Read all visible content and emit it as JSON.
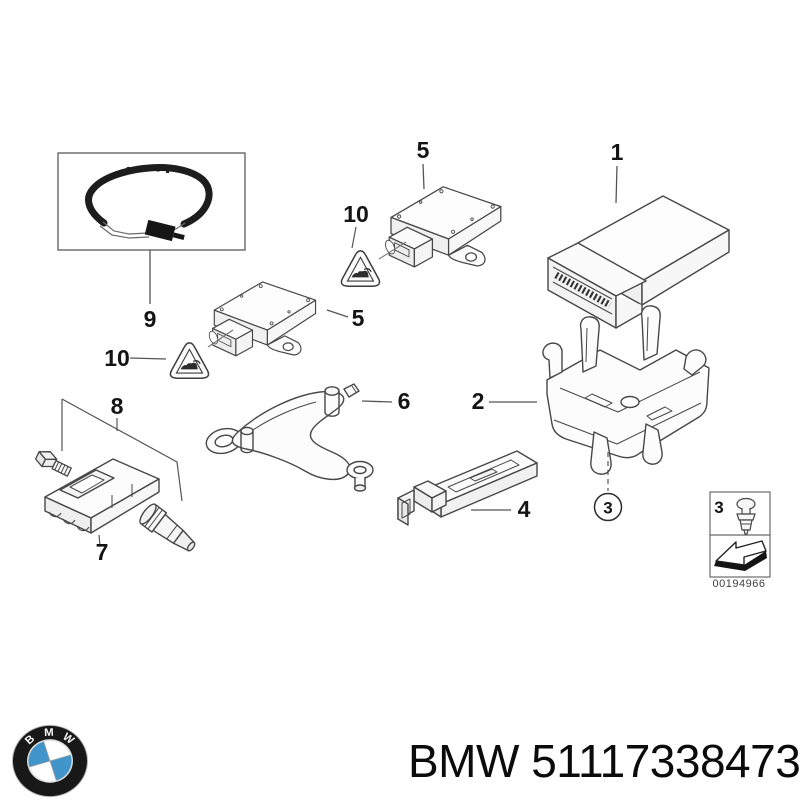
{
  "diagram": {
    "callouts": {
      "c1": "1",
      "c2": "2",
      "c3": "3",
      "c4": "4",
      "c5": "5",
      "c6": "6",
      "c7": "7",
      "c8": "8",
      "c9": "9",
      "c10": "10"
    },
    "legend": {
      "number": "3",
      "image_code": "00194966"
    }
  },
  "logo": {
    "letters": [
      "B",
      "M",
      "W"
    ]
  },
  "footer": {
    "text": "BMW 51117338473"
  },
  "colors": {
    "line": "#474747",
    "label": "#141414",
    "bmw_blue": "#4295cb",
    "background": "#ffffff"
  }
}
